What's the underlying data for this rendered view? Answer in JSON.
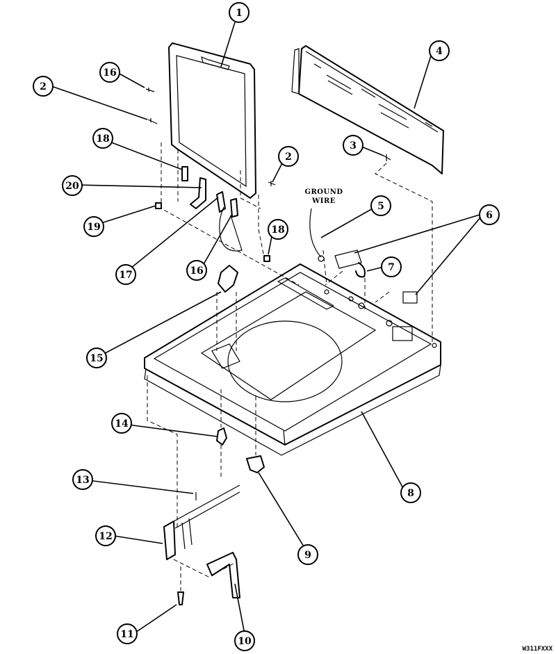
{
  "diagram": {
    "ground_wire_label_line1": "GROUND",
    "ground_wire_label_line2": "WIRE",
    "drawing_code": "W311FXXX",
    "callouts": [
      {
        "id": "c1",
        "number": "1"
      },
      {
        "id": "c2a",
        "number": "2"
      },
      {
        "id": "c2b",
        "number": "2"
      },
      {
        "id": "c3",
        "number": "3"
      },
      {
        "id": "c4",
        "number": "4"
      },
      {
        "id": "c5",
        "number": "5"
      },
      {
        "id": "c6",
        "number": "6"
      },
      {
        "id": "c7",
        "number": "7"
      },
      {
        "id": "c8",
        "number": "8"
      },
      {
        "id": "c9",
        "number": "9"
      },
      {
        "id": "c10",
        "number": "10"
      },
      {
        "id": "c11",
        "number": "11"
      },
      {
        "id": "c12",
        "number": "12"
      },
      {
        "id": "c13",
        "number": "13"
      },
      {
        "id": "c14",
        "number": "14"
      },
      {
        "id": "c15",
        "number": "15"
      },
      {
        "id": "c16a",
        "number": "16"
      },
      {
        "id": "c16b",
        "number": "16"
      },
      {
        "id": "c17",
        "number": "17"
      },
      {
        "id": "c18a",
        "number": "18"
      },
      {
        "id": "c18b",
        "number": "18"
      },
      {
        "id": "c19",
        "number": "19"
      },
      {
        "id": "c20",
        "number": "20"
      }
    ]
  }
}
